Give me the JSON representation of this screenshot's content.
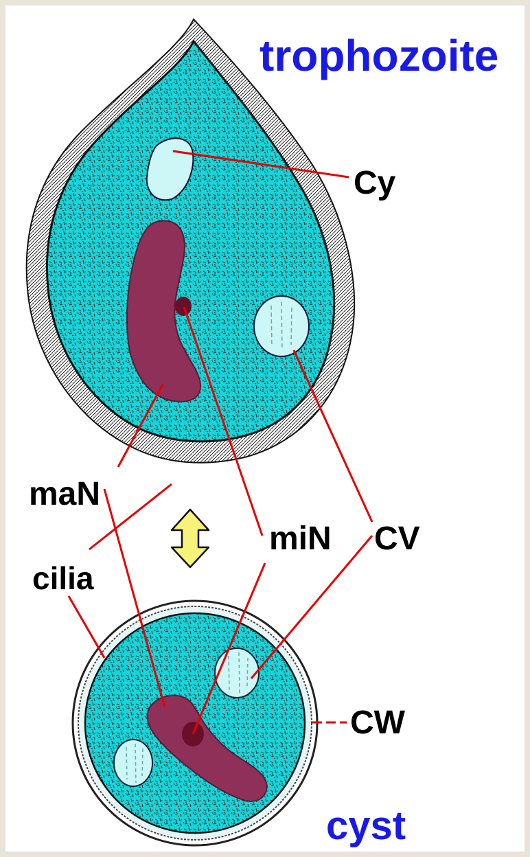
{
  "titles": {
    "trophozoite": "trophozoite",
    "cyst": "cyst"
  },
  "labels": {
    "cy": "Cy",
    "man": "maN",
    "min": "miN",
    "cv": "CV",
    "cilia": "cilia",
    "cw": "CW"
  },
  "colors": {
    "title_blue": "#1a1ae6",
    "cytoplasm": "#19d4d8",
    "nucleus": "#8e3058",
    "micronucleus": "#6a0f2a",
    "vacuole": "#cdf6f6",
    "leader_line": "#e60000",
    "arrow_fill": "#f7f37a",
    "frame": "#e9e4da"
  },
  "icons": {
    "transition_arrow": "double-headed-vertical-arrow"
  }
}
